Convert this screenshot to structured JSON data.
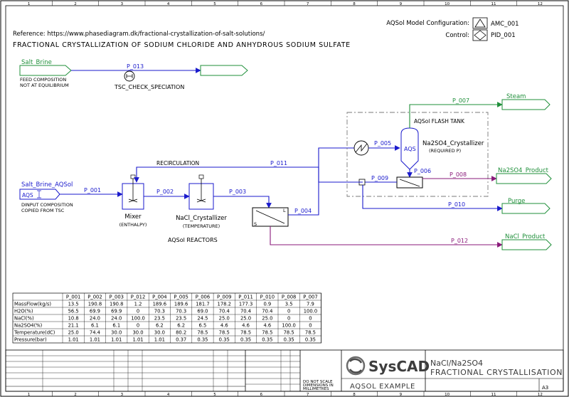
{
  "colors": {
    "stream_blue": "#1a1acc",
    "stream_green": "#1f8f3a",
    "stream_purple": "#8a1a7a",
    "frame": "#000000",
    "dash": "#7a7a7a"
  },
  "header": {
    "reference": "Reference: https://www.phasediagram.dk/fractional-crystallization-of-salt-solutions/",
    "title": "FRACTIONAL CRYSTALLIZATION OF SODIUM CHLORIDE AND ANHYDROUS SODIUM SULFATE",
    "model_config_label": "AQSol Model Configuration:",
    "model_config_value": "AMC_001",
    "control_label": "Control:",
    "control_value": "PID_001"
  },
  "grid_numbers": [
    "1",
    "2",
    "3",
    "4",
    "5",
    "6",
    "7",
    "8",
    "9",
    "10",
    "11",
    "12"
  ],
  "flowsheet": {
    "salt_brine": "Salt_Brine",
    "feed_note_1": "FEED COMPOSITION",
    "feed_note_2": "NOT AT EQUILIBRIUM",
    "p013": "P_013",
    "tsc_check": "TSC_CHECK_SPECIATION",
    "salt_brine_aqsol": "Salt_Brine_AQSol",
    "aqs_tag": "AQS",
    "dinput_1": "DINPUT COMPOSITION",
    "dinput_2": "COPIED FROM TSC",
    "p001": "P_001",
    "mixer": "Mixer",
    "mixer_sub": "(ENTHALPY)",
    "p002": "P_002",
    "nacl_cryst": "NaCl_Crystallizer",
    "nacl_cryst_sub": "(TEMPERATURE)",
    "p003": "P_003",
    "p004": "P_004",
    "aqsol_reactors": "AQSol REACTORS",
    "recirculation": "RECIRCULATION",
    "p011": "P_011",
    "p005": "P_005",
    "aqs_vessel": "AQS",
    "na2so4_cryst": "Na2SO4_Crystallizer",
    "na2so4_cryst_sub": "(REQUIRED P)",
    "flash_tank": "AQSol FLASH TANK",
    "p006": "P_006",
    "p007": "P_007",
    "steam": "Steam",
    "p009": "P_009",
    "p008": "P_008",
    "na2so4_product": "Na2SO4_Product",
    "p010": "P_010",
    "purge": "Purge",
    "p012": "P_012",
    "nacl_product": "NaCl_Product",
    "sep_l": "L",
    "sep_s": "S"
  },
  "stream_table": {
    "columns": [
      "P_001",
      "P_002",
      "P_003",
      "P_012",
      "P_004",
      "P_005",
      "P_006",
      "P_009",
      "P_011",
      "P_010",
      "P_008",
      "P_007"
    ],
    "rows": [
      {
        "label": "MassFlow(kg/s)",
        "values": [
          "13.5",
          "190.8",
          "190.8",
          "1.2",
          "189.6",
          "189.6",
          "181.7",
          "178.2",
          "177.3",
          "0.9",
          "3.5",
          "7.9"
        ]
      },
      {
        "label": "H2O(%)",
        "values": [
          "56.5",
          "69.9",
          "69.9",
          "0",
          "70.3",
          "70.3",
          "69.0",
          "70.4",
          "70.4",
          "70.4",
          "0",
          "100.0"
        ]
      },
      {
        "label": "NaCl(%)",
        "values": [
          "10.8",
          "24.0",
          "24.0",
          "100.0",
          "23.5",
          "23.5",
          "24.5",
          "25.0",
          "25.0",
          "25.0",
          "0",
          "0"
        ]
      },
      {
        "label": "Na2SO4(%)",
        "values": [
          "21.1",
          "6.1",
          "6.1",
          "0",
          "6.2",
          "6.2",
          "6.5",
          "4.6",
          "4.6",
          "4.6",
          "100.0",
          "0"
        ]
      },
      {
        "label": "Temperature(dC)",
        "values": [
          "25.0",
          "74.4",
          "30.0",
          "30.0",
          "30.0",
          "80.2",
          "78.5",
          "78.5",
          "78.5",
          "78.5",
          "78.5",
          "78.5"
        ]
      },
      {
        "label": "Pressure(bar)",
        "values": [
          "1.01",
          "1.01",
          "1.01",
          "1.01",
          "1.01",
          "0.37",
          "0.35",
          "0.35",
          "0.35",
          "0.35",
          "0.35",
          "0.35"
        ]
      }
    ]
  },
  "title_block": {
    "logo": "SysCAD",
    "dwg_title_1": "NaCl/Na2SO4",
    "dwg_title_2": "FRACTIONAL CRYSTALLISATION",
    "project": "AQSOL EXAMPLE",
    "sheet": "A3",
    "note_1": "DO NOT SCALE",
    "note_2": "DIMENSIONS IN",
    "note_3": "MILLIMETRES"
  }
}
